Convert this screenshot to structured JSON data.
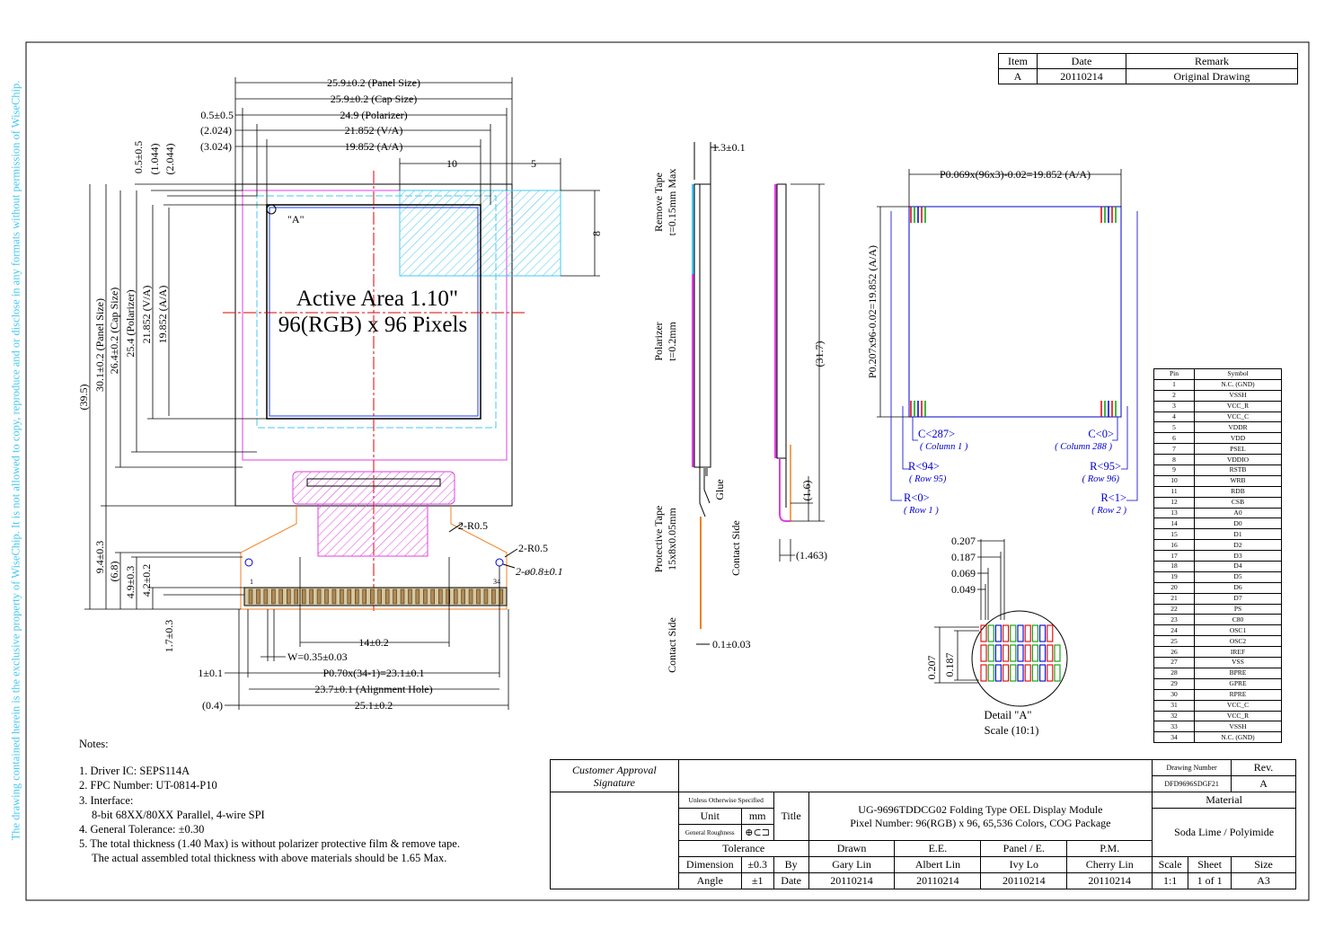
{
  "watermark": "The drawing contained herein is the exclusive property of WiseChip.  It is not allowed to copy, reproduce and or disclose in any formats without permission of WiseChip.",
  "revision": {
    "headers": [
      "Item",
      "Date",
      "Remark"
    ],
    "rows": [
      [
        "A",
        "20110214",
        "Original Drawing"
      ]
    ]
  },
  "front_view": {
    "dims_top": [
      "25.9±0.2 (Panel Size)",
      "25.9±0.2 (Cap Size)",
      "24.9 (Polarizer)",
      "21.852 (V/A)",
      "19.852 (A/A)",
      "10",
      "5"
    ],
    "dims_top_left": [
      "0.5±0.5",
      "(2.024)",
      "(3.024)"
    ],
    "dims_top_vertical": [
      "0.5±0.5",
      "(1.044)",
      "(2.044)"
    ],
    "dims_left": [
      "(39.5)",
      "30.1±0.2 (Panel Size)",
      "26.4±0.2 (Cap Size)",
      "25.4 (Polarizer)",
      "21.852 (V/A)",
      "19.852 (A/A)"
    ],
    "dims_left_lower": [
      "9.4±0.3",
      "(6.8)",
      "4.9±0.3",
      "4.2±0.2",
      "1.7±0.3"
    ],
    "dim_right": "8",
    "active_area_line1": "Active Area 1.10\"",
    "active_area_line2": "96(RGB) x 96 Pixels",
    "detail_marker": "\"A\"",
    "radius_1": "2-R0.5",
    "radius_2": "2-R0.5",
    "hole": "2-ø0.8±0.1",
    "pin_first": "1",
    "pin_last": "34",
    "dims_bottom": [
      "14±0.2",
      "W=0.35±0.03",
      "P0.70x(34-1)=23.1±0.1",
      "23.7±0.1 (Alignment Hole)",
      "25.1±0.2"
    ],
    "dims_bottom_left": [
      "1±0.1",
      "(0.4)"
    ]
  },
  "side_view": {
    "thickness": "1.3±0.1",
    "remove_tape": [
      "Remove Tape",
      "t=0.15mm Max"
    ],
    "polarizer": [
      "Polarizer",
      "t=0.2mm"
    ],
    "glue": "Glue",
    "protective_tape": [
      "Protective Tape",
      "15x8x0.05mm"
    ],
    "contact_side_1": "Contact Side",
    "contact_side_2": "Contact Side",
    "fpc_thickness": "0.1±0.03",
    "height": "(31.7)",
    "bend_height": "(1.6)",
    "bend_width": "(1.463)"
  },
  "pixel_view": {
    "width_dim": "P0.069x(96x3)-0.02=19.852 (A/A)",
    "height_dim": "P0.207x96-0.02=19.852 (A/A)",
    "c287": "C<287>",
    "col1": "( Column 1 )",
    "c0": "C<0>",
    "col288": "( Column 288 )",
    "r94": "R<94>",
    "row95": "( Row 95)",
    "r95": "R<95>",
    "row96": "( Row 96)",
    "r0": "R<0>",
    "row1": "( Row 1 )",
    "r1": "R<1>",
    "row2": "( Row 2 )"
  },
  "detail": {
    "dims_h": [
      "0.207",
      "0.187",
      "0.069",
      "0.049"
    ],
    "dims_v": [
      "0.207",
      "0.187"
    ],
    "label": "Detail \"A\"",
    "scale": "Scale (10:1)"
  },
  "pins": {
    "headers": [
      "Pin",
      "Symbol"
    ],
    "rows": [
      [
        "1",
        "N.C. (GND)"
      ],
      [
        "2",
        "VSSH"
      ],
      [
        "3",
        "VCC_R"
      ],
      [
        "4",
        "VCC_C"
      ],
      [
        "5",
        "VDDR"
      ],
      [
        "6",
        "VDD"
      ],
      [
        "7",
        "PSEL"
      ],
      [
        "8",
        "VDDIO"
      ],
      [
        "9",
        "RSTB"
      ],
      [
        "10",
        "WRB"
      ],
      [
        "11",
        "RDB"
      ],
      [
        "12",
        "CSB"
      ],
      [
        "13",
        "A0"
      ],
      [
        "14",
        "D0"
      ],
      [
        "15",
        "D1"
      ],
      [
        "16",
        "D2"
      ],
      [
        "17",
        "D3"
      ],
      [
        "18",
        "D4"
      ],
      [
        "19",
        "D5"
      ],
      [
        "20",
        "D6"
      ],
      [
        "21",
        "D7"
      ],
      [
        "22",
        "PS"
      ],
      [
        "23",
        "C80"
      ],
      [
        "24",
        "OSC1"
      ],
      [
        "25",
        "OSC2"
      ],
      [
        "26",
        "IREF"
      ],
      [
        "27",
        "VSS"
      ],
      [
        "28",
        "BPRE"
      ],
      [
        "29",
        "GPRE"
      ],
      [
        "30",
        "RPRE"
      ],
      [
        "31",
        "VCC_C"
      ],
      [
        "32",
        "VCC_R"
      ],
      [
        "33",
        "VSSH"
      ],
      [
        "34",
        "N.C. (GND)"
      ]
    ]
  },
  "notes": {
    "title": "Notes:",
    "items": [
      "1. Driver IC: SEPS114A",
      "2. FPC Number: UT-0814-P10",
      "3. Interface:",
      "8-bit 68XX/80XX Parallel, 4-wire SPI",
      "4. General Tolerance: ±0.30",
      "5. The total thickness (1.40 Max) is without polarizer protective film & remove tape.",
      "The actual assembled total thickness with above materials should be 1.65 Max."
    ]
  },
  "title_block": {
    "customer_approval": "Customer Approval",
    "signature": "Signature",
    "drawing_number_label": "Drawing Number",
    "rev_label": "Rev.",
    "drawing_number": "DFD9696SDGF21",
    "rev": "A",
    "unless": "Unless Otherwise Specified",
    "unit_label": "Unit",
    "unit": "mm",
    "roughness": "General Roughness",
    "title_label": "Title",
    "title_line1": "UG-9696TDDCG02 Folding Type OEL Display Module",
    "title_line2": "Pixel Number: 96(RGB) x 96, 65,536 Colors, COG Package",
    "material_label": "Material",
    "material": "Soda Lime / Polyimide",
    "tolerance_label": "Tolerance",
    "drawn_label": "Drawn",
    "ee_label": "E.E.",
    "panel_label": "Panel / E.",
    "pm_label": "P.M.",
    "dimension_label": "Dimension",
    "dimension_tol": "±0.3",
    "by_label": "By",
    "drawn_by": "Gary Lin",
    "ee_by": "Albert Lin",
    "panel_by": "Ivy Lo",
    "pm_by": "Cherry Lin",
    "scale_label": "Scale",
    "sheet_label": "Sheet",
    "size_label": "Size",
    "angle_label": "Angle",
    "angle_tol": "±1",
    "date_label": "Date",
    "drawn_date": "20110214",
    "ee_date": "20110214",
    "panel_date": "20110214",
    "pm_date": "20110214",
    "scale": "1:1",
    "sheet": "1 of 1",
    "size": "A3"
  }
}
